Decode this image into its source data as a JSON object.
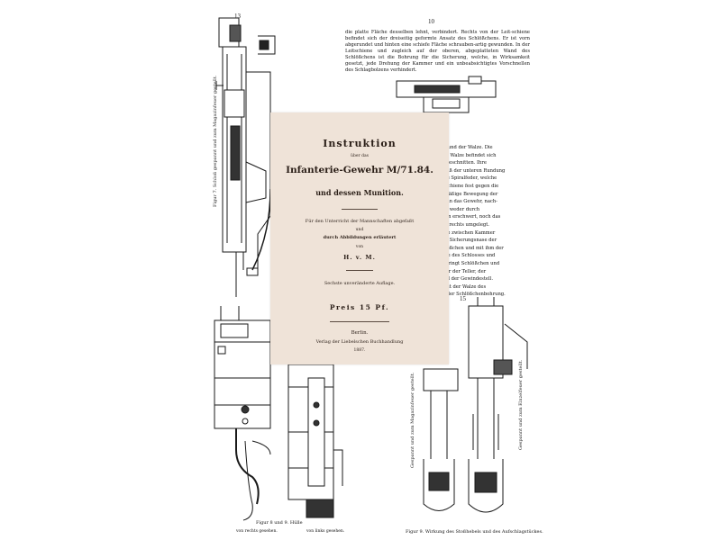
{
  "background_pages": {
    "page_left_number": "13",
    "page_right_number": "10",
    "page_bottom_right_number": "15",
    "body_text": "die platte Fläche desselben lehnt, verbindert. Rechts von der Leit-schiene befindet sich der dreiseitig geformte Ansatz des Schlößchens. Er ist vorn abgerundet und hinten eine schiefe Fläche schrauben-artig gewunden. In der Leitschiene und zugleich auf der oberen, abgeplatteten Wand des Schlößchens ist die Bohrung für die Sicherung, welche, in Wirksamkeit gesetzt, jede Drehung der Kammer und ein unbeabsichtigtes Vorschnellen des Schlagbolzens verhindert.",
    "right_column_lines": [
      "agel und der Walze. Die",
      "n der Walze befindet sich",
      "weggeschnitten. Ihre",
      "gemäß der unteren Rundung",
      "kurze Spiralfeder, welche",
      "Leitschiene fest gegen die",
      "schmäßige Bewegung der",
      "n kann das Gewehr, nach-",
      "n ist, weder durch",
      "ungen erschwert, noch das",
      "nach rechts umgelegt.",
      "Walze zwischen Kammer",
      "n die Sicherungsnase der",
      "Schlößchen und mit ihm der",
      "Achse des Schlosses und",
      "Sie bringt Schlößchen und",
      "ferner der Teller, der",
      "g und der Gewindestell.",
      "nk mit der Walze des",
      "n in der Schlößchenbohrung."
    ],
    "caption_fig7_vertical": "Figur 7. Schloß gespannt und zum Magazinfeuer gestellt.",
    "caption_fig8_left": "Figur 8 und 9. Hülle",
    "caption_fig8_left_sub": "von rechts gesehen.",
    "caption_fig8_right_sub": "von links gesehen.",
    "caption_fig9": "Figur 9. Wirkung des Stoßhebels und des Aufschlagstückes.",
    "caption_vertical_magazin": "Gespannt und zum Magazinfeuer gestellt.",
    "caption_vertical_einzel": "Gespannt und zum Einzelfeuer gestellt."
  },
  "cover": {
    "title_line1": "Instruktion",
    "title_ueber": "über das",
    "title_line2": "Infanterie-Gewehr M/71.84.",
    "title_line3": "und dessen Munition.",
    "subtitle_line1": "Für den Unterricht der Mannschaften abgefaßt",
    "subtitle_und": "und",
    "subtitle_line2": "durch Abbildungen erläutert",
    "von": "von",
    "author": "H. v. M.",
    "edition": "Sechste unveränderte Auflage.",
    "price": "Preis 15 Pf.",
    "city": "Berlin.",
    "publisher": "Verlag der Liebelschen Buchhandlung",
    "year": "1887."
  },
  "colors": {
    "cover_background": "#efe3d8",
    "cover_ink": "#2a1e17",
    "drawing_ink": "#1a1a1a"
  }
}
